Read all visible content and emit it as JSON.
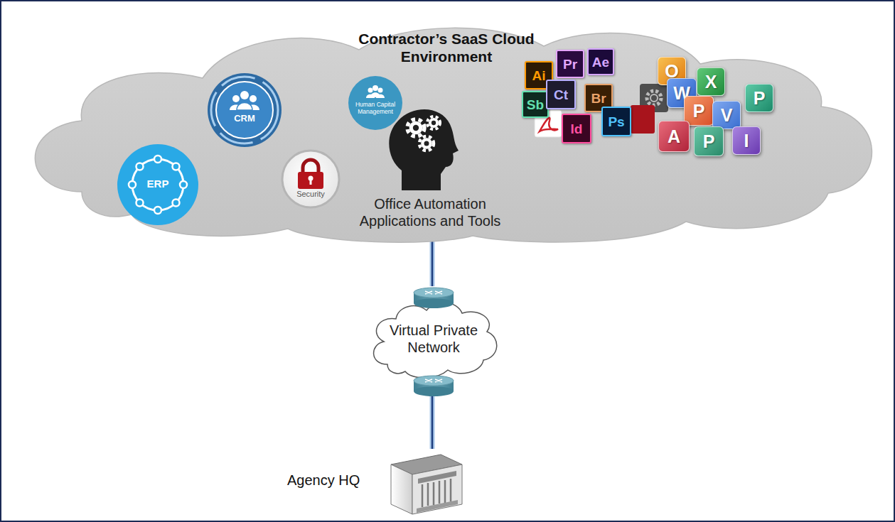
{
  "diagram": {
    "nodes": [
      {
        "text": [
          "Contractor’s SaaS Cloud Environment"
        ]
      },
      {
        "text": [
          "ERP"
        ],
        "in": 0
      },
      {
        "text": [
          "CRM"
        ],
        "in": 0
      },
      {
        "text": [
          "Security"
        ],
        "in": 0
      },
      {
        "text": [
          "Human Capital Management"
        ],
        "in": 0
      },
      {
        "text": [
          "Virtual Private Network"
        ]
      },
      {
        "text": [
          "Agency HQ"
        ]
      }
    ],
    "edges": [
      {
        "from": 0,
        "to": 5,
        "arrow": "none"
      },
      {
        "from": 5,
        "to": 6,
        "arrow": "none"
      }
    ],
    "labels": [
      "Office Automation Applications and Tools",
      "Ai",
      "Pr",
      "Ae",
      "Sb",
      "Ct",
      "Br",
      "Id",
      "Ps",
      "O",
      "W",
      "X",
      "P",
      "P",
      "V",
      "A",
      "P",
      "I"
    ]
  }
}
